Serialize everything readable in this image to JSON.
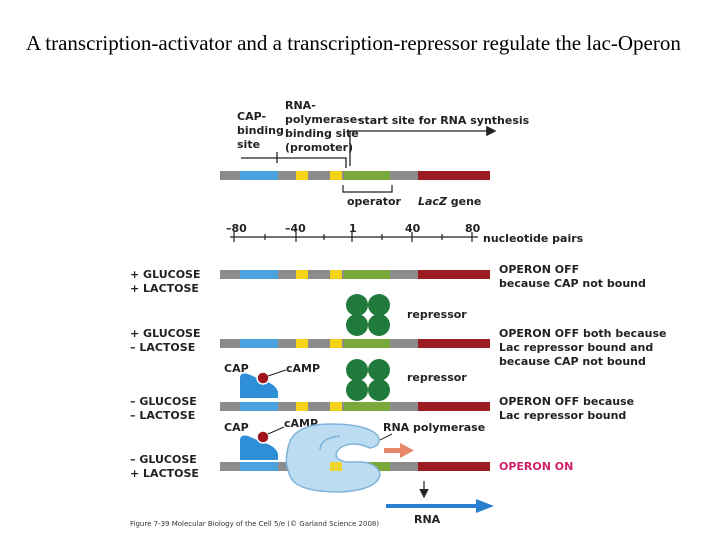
{
  "slide": {
    "title": "A transcription-activator and a transcription-repressor regulate the lac-Operon"
  },
  "top": {
    "cap_site_label": [
      "CAP-",
      "binding",
      "site"
    ],
    "rnap_site_label": [
      "RNA-",
      "polymerase-",
      "binding site",
      "(promoter)"
    ],
    "start_site_label": "start site for RNA synthesis",
    "operator_label": "operator",
    "gene_italic": "LacZ",
    "gene_suffix": " gene"
  },
  "scale": {
    "ticks": [
      "–80",
      "–40",
      "1",
      "40",
      "80"
    ],
    "unit_label": "nucleotide pairs"
  },
  "conditions": [
    {
      "line1": "+ GLUCOSE",
      "line2": "+ LACTOSE",
      "status": [
        "OPERON OFF",
        "because CAP not bound"
      ]
    },
    {
      "line1": "+ GLUCOSE",
      "line2": "– LACTOSE",
      "status": [
        "OPERON OFF both because",
        "Lac repressor bound and",
        "because CAP not bound"
      ]
    },
    {
      "line1": "– GLUCOSE",
      "line2": "– LACTOSE",
      "status": [
        "OPERON OFF because",
        "Lac repressor bound"
      ]
    },
    {
      "line1": "– GLUCOSE",
      "line2": "+ LACTOSE",
      "status": [
        "OPERON ON"
      ]
    }
  ],
  "molecules": {
    "repressor": "repressor",
    "cap": "CAP",
    "camp": "cAMP",
    "rna_polymerase": "RNA polymerase",
    "rna": "RNA"
  },
  "caption": "Figure 7-39 Molecular Biology of the Cell 5/e (© Garland Science 2008)",
  "colors": {
    "dna_gray": "#8c8c8c",
    "cap_site_blue": "#4aa3df",
    "promoter_yellow": "#f5d318",
    "operator_green": "#7aa83a",
    "gene_red": "#9b1c22",
    "repressor_green": "#1f7a3c",
    "cap_protein_blue": "#2f8fd6",
    "camp_red": "#a0141c",
    "polymerase_light_blue": "#bcdcf2",
    "arrow_orange": "#e8876a",
    "on_pink": "#d0206a",
    "rna_arrow_blue": "#2a7fd0"
  }
}
